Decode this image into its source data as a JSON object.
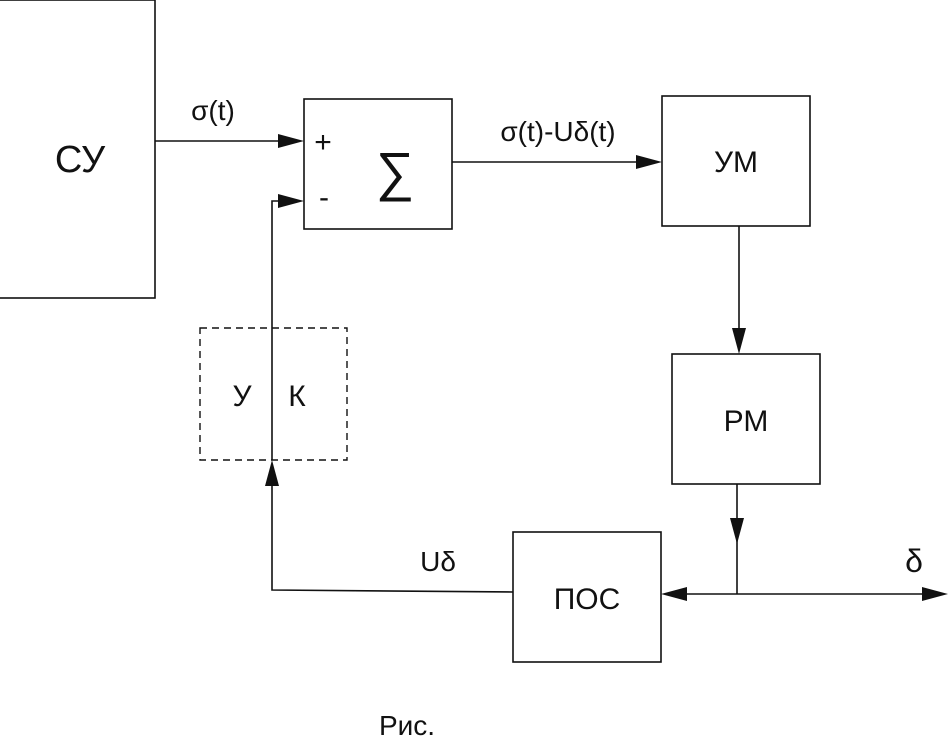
{
  "blocks": {
    "su": "СУ",
    "summator": "∑",
    "um": "УМ",
    "rm": "РМ",
    "pos": "ПОС",
    "uk_left": "У",
    "uk_right": "К"
  },
  "summator_inputs": {
    "plus": "+",
    "minus": "-"
  },
  "signals": {
    "sigma": "σ(t)",
    "error": "σ(t)-Uδ(t)",
    "feedback": "Uδ",
    "output": "δ"
  },
  "caption": "Рис."
}
